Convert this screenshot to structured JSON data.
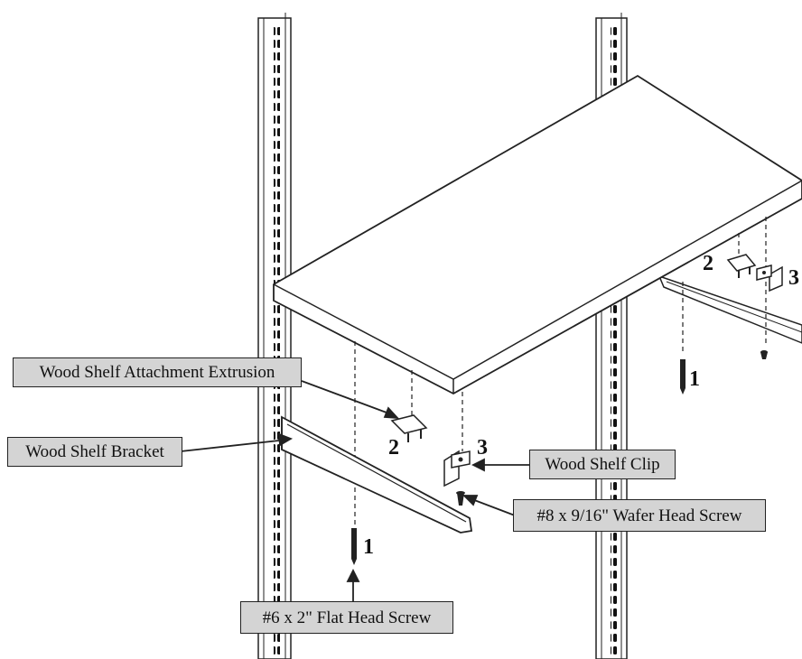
{
  "labels": {
    "extrusion": "Wood Shelf Attachment Extrusion",
    "bracket": "Wood Shelf Bracket",
    "clip": "Wood Shelf Clip",
    "wafer_screw": "#8 x 9/16\" Wafer Head Screw",
    "flat_screw": "#6 x 2\" Flat Head Screw"
  },
  "callouts": {
    "one": "1",
    "two": "2",
    "three": "3"
  }
}
